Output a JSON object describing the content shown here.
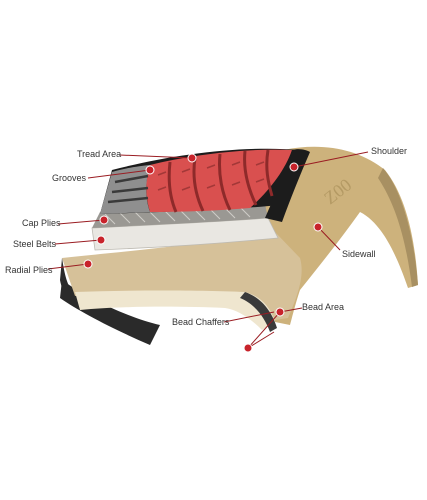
{
  "diagram": {
    "labels": {
      "tread_area": "Tread Area",
      "grooves": "Grooves",
      "cap_plies": "Cap Plies",
      "steel_belts": "Steel Belts",
      "radial_plies": "Radial Plies",
      "shoulder": "Shoulder",
      "sidewall": "Sidewall",
      "bead_area": "Bead Area",
      "bead_chaffers": "Bead Chaffers"
    },
    "colors": {
      "tread": "#d9504f",
      "sidewall": "#cdb27c",
      "black": "#1c1c1c",
      "steel_belts": "#e9e7e2",
      "marker": "#c8232b",
      "leader": "#9a1c22"
    }
  }
}
